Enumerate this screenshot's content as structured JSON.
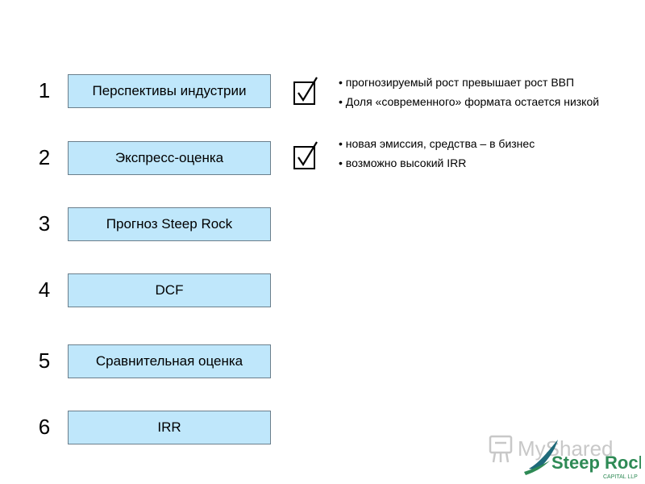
{
  "steps": [
    {
      "number": "1",
      "label": "Перспективы индустрии"
    },
    {
      "number": "2",
      "label": "Экспресс-оценка"
    },
    {
      "number": "3",
      "label": "Прогноз Steep Rock"
    },
    {
      "number": "4",
      "label": "DCF"
    },
    {
      "number": "5",
      "label": "Сравнительная оценка"
    },
    {
      "number": "6",
      "label": "IRR"
    }
  ],
  "notes": {
    "step1": [
      "• прогнозируемый рост превышает рост ВВП",
      "• Доля «современного» формата остается низкой"
    ],
    "step2": [
      "• новая эмиссия, средства – в бизнес",
      "• возможно высокий IRR"
    ]
  },
  "checkmarks": {
    "step1": "check-icon",
    "step2": "check-icon"
  },
  "logo": {
    "watermark": "MyShared",
    "brand": "Steep Rock",
    "sub": "CAPITAL LLP",
    "colors": {
      "brand": "#2e8a55",
      "mark": "#1e6a7a",
      "watermark": "#c8c8c8"
    }
  },
  "colors": {
    "box_fill": "#bfe7fb",
    "box_border": "#6b7f8c"
  }
}
